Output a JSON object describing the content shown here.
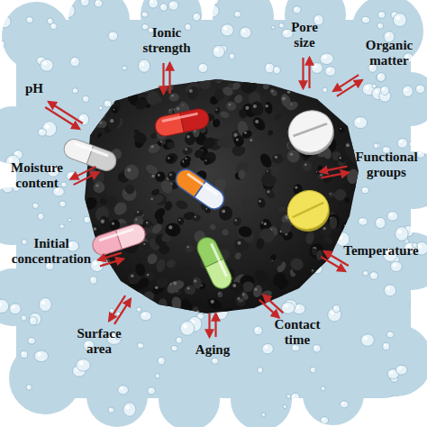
{
  "diagram": {
    "labels": [
      "pH",
      "Ionic strength",
      "Pore size",
      "Organic matter",
      "Moisture content",
      "Functional groups",
      "Initial concentration",
      "Temperature",
      "Surface area",
      "Aging",
      "Contact time"
    ]
  }
}
